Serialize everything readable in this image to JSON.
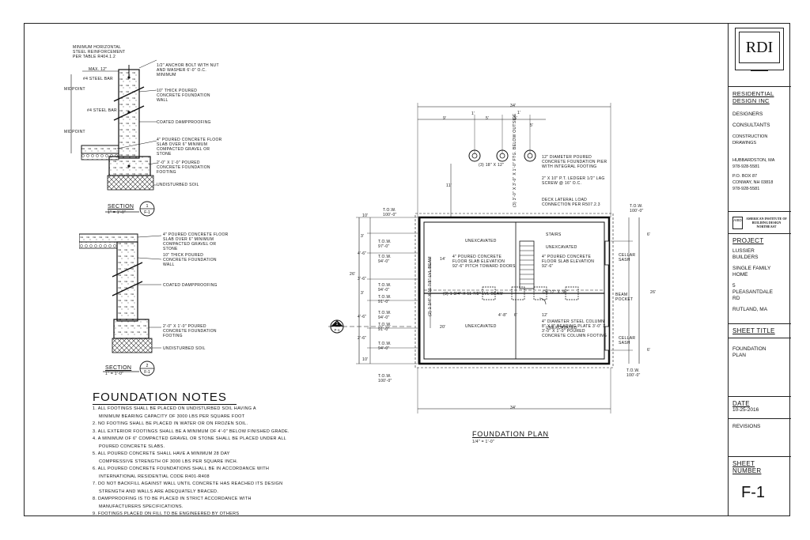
{
  "title_block": {
    "logo": "RDI",
    "firm_name": "RESIDENTIAL DESIGN INC",
    "services": [
      "DESIGNERS",
      "CONSULTANTS",
      "CONSTRUCTION DRAWINGS"
    ],
    "address": [
      "HUBBARDSTON, MA",
      "978-928-5581",
      "P.O. BOX 87",
      "CONWAY, NH 03818",
      "978-928-5581"
    ],
    "aibd": "AMERICAN INSTITUTE OF BUILDING DESIGN NORTHEAST",
    "aibd_logo": "AIBD",
    "project_label": "PROJECT",
    "project_lines": [
      "LUSSIER BUILDERS",
      "SINGLE FAMILY HOME",
      "5 PLEASANTDALE RD",
      "RUTLAND, MA"
    ],
    "sheet_title_label": "SHEET TITLE",
    "sheet_title": "FOUNDATION PLAN",
    "date_label": "DATE",
    "date": "10-25-2016",
    "revisions_label": "REVISIONS",
    "sheet_number_label": "SHEET NUMBER",
    "sheet_number": "F-1"
  },
  "section1": {
    "labels": [
      "MINIMUM HORIZONTAL STEEL REINFORCEMENT PER TABLE R404.1.2",
      "1/2\" ANCHOR BOLT WITH NUT AND WASHER 6'-0\" O.C. MINIMUM",
      "10\" THICK POURED CONCRETE FOUNDATION WALL",
      "COATED DAMPPROOFING",
      "4\" POURED CONCRETE FLOOR SLAB OVER 6\" MINIMUM COMPACTED GRAVEL OR STONE",
      "2'-0\" X 1'-0\" POURED CONCRETE FOUNDATION FOOTING",
      "UNDISTURBED SOIL"
    ],
    "max": "MAX. 12\"",
    "steel_bar": "#4 STEEL BAR",
    "midpoint": "MIDPOINT",
    "title": "SECTION",
    "scale": "1\" = 1'-0\"",
    "tag_num": "1",
    "tag_sheet": "F-1"
  },
  "section2": {
    "labels": [
      "4\" POURED CONCRETE FLOOR SLAB OVER 6\" MINIMUM COMPACTED GRAVEL OR STONE",
      "10\" THICK POURED CONCRETE FOUNDATION WALL",
      "COATED DAMPPROOFING",
      "2'-0\" X 1'-0\" POURED CONCRETE FOUNDATION FOOTING",
      "UNDISTURBED SOIL"
    ],
    "title": "SECTION",
    "scale": "1\" = 1'-0\"",
    "tag_num": "2",
    "tag_sheet": "F-1"
  },
  "notes": {
    "title": "FOUNDATION NOTES",
    "items": [
      "1. ALL FOOTINGS SHALL BE PLACED ON UNDISTURBED SOIL HAVING A",
      "   MINIMUM BEARING CAPACITY OF 3000 LBS PER SQUARE FOOT",
      "2. NO FOOTING SHALL BE PLACED IN WATER OR ON FROZEN SOIL.",
      "3. ALL EXTERIOR FOOTINGS SHALL BE A MINIMUM OF 4'-0\" BELOW FINISHED GRADE.",
      "4. A MINIMUM OF 6\" COMPACTED GRAVEL OR STONE SHALL BE PLACED UNDER ALL",
      "   POURED CONCRETE SLABS.",
      "5. ALL POURED CONCRETE SHALL HAVE A MINIMUM 28 DAY",
      "   COMPRESSIVE STRENGTH OF 3000 LBS PER SQUARE INCH.",
      "6. ALL POURED CONCRETE FOUNDATIONS SHALL BE IN ACCORDANCE WITH",
      "   INTERNATIONAL RESIDENTIAL CODE R401-R408",
      "7. DO NOT BACKFILL AGAINST WALL UNTIL CONCRETE HAS REACHED ITS DESIGN",
      "   STRENGTH AND WALLS ARE ADEQUATELY BRACED.",
      "8. DAMPPROOFING IS TO BE PLACED IN STRICT ACCORDANCE WITH",
      "   MANUFACTURERS SPECIFICATIONS.",
      "9. FOOTINGS PLACED ON FILL TO BE ENGINEERED BY OTHERS"
    ]
  },
  "plan": {
    "title": "FOUNDATION PLAN",
    "scale": "1/4\" = 1'-0\"",
    "overall_width": "34'",
    "overall_depth": "26'",
    "top_dims": [
      "9'",
      "5'",
      "5'",
      "5'",
      "1'",
      "1'"
    ],
    "footing_tag": "(3) 18\" X 12\"",
    "vertical_footing_note": "(3) 3'-0\" X 3'-0\" X 1'-0\" FTG. BELOW OUTSIDE",
    "dim_11": "11'",
    "pier_note": "12\" DIAMETER POURED CONCRETE FOUNDATION PIER WITH INTEGRAL FOOTING",
    "ledger_note": "2\" X 10\" P.T. LEDGER 1/2\" LAG SCREW @ 16\" O.C.",
    "lateral_note": "DECK LATERAL LOAD CONNECTION PER R507.2.3",
    "tow_top": "T.O.W.",
    "tow_top_val": "100'-0\"",
    "tow_labels": [
      {
        "t": "T.O.W.",
        "v": "100'-0\""
      },
      {
        "t": "T.O.W.",
        "v": "97'-0\""
      },
      {
        "t": "T.O.W.",
        "v": "94'-0\""
      },
      {
        "t": "T.O.W.",
        "v": "94'-0\""
      },
      {
        "t": "T.O.W.",
        "v": "91'-0\""
      },
      {
        "t": "T.O.W.",
        "v": "94'-0\""
      },
      {
        "t": "T.O.W.",
        "v": "91'-0\""
      },
      {
        "t": "T.O.W.",
        "v": "94'-0\""
      },
      {
        "t": "T.O.W.",
        "v": "100'-0\""
      }
    ],
    "left_dims": [
      "10'",
      "3'",
      "4'-6\"",
      "3'-6\"",
      "3'",
      "4'-6\"",
      "2'-6\"",
      "10'"
    ],
    "slab_note1": "4\" POURED CONCRETE FLOOR SLAB ELEVATION 92'-6\" PITCH TOWARD DOORS",
    "slab_note2": "4\" POURED CONCRETE FLOOR SLAB ELEVATION 92'-6\"",
    "room_left": "UNEXCAVATED",
    "room_right": "UNEXCAVATED",
    "room_stair": "STAIRS",
    "room_bottom_left": "UNEXCAVATED",
    "room_bottom_right": "UNEXCAVATED",
    "beam_tag": "(3) 1 3/4\" X 11 7/8\" LVL BEAM",
    "vertical_lvl": "(2) 1 3/4\" X 11 7/8\" LVL BEAM",
    "col_tag": "(3) 12\" X 36\"",
    "dim_14": "14'",
    "dim_20": "20'",
    "dim_4": "4'-8\"",
    "dim_6": "6'",
    "dim_12": "12'",
    "column_note": "4\" DIAMETER STEEL COLUMN 8\" X 8\" BEARING PLATE 3'-0\" X 3'-0\" X 1'-0\" POURED CONCRETE COLUMN FOOTING",
    "cellar_sash1": "CELLAR SASH",
    "cellar_sash2": "CELLAR SASH",
    "beam_pocket": "BEAM POCKET",
    "tow_right_top": "T.O.W.",
    "tow_right_top_val": "100'-0\"",
    "tow_right_bottom": "T.O.W.",
    "tow_right_bottom_val": "100'-0\"",
    "right_dims": [
      "6'",
      "26'",
      "6'"
    ],
    "section_marker": "1",
    "section_marker_sheet": "F-1"
  }
}
